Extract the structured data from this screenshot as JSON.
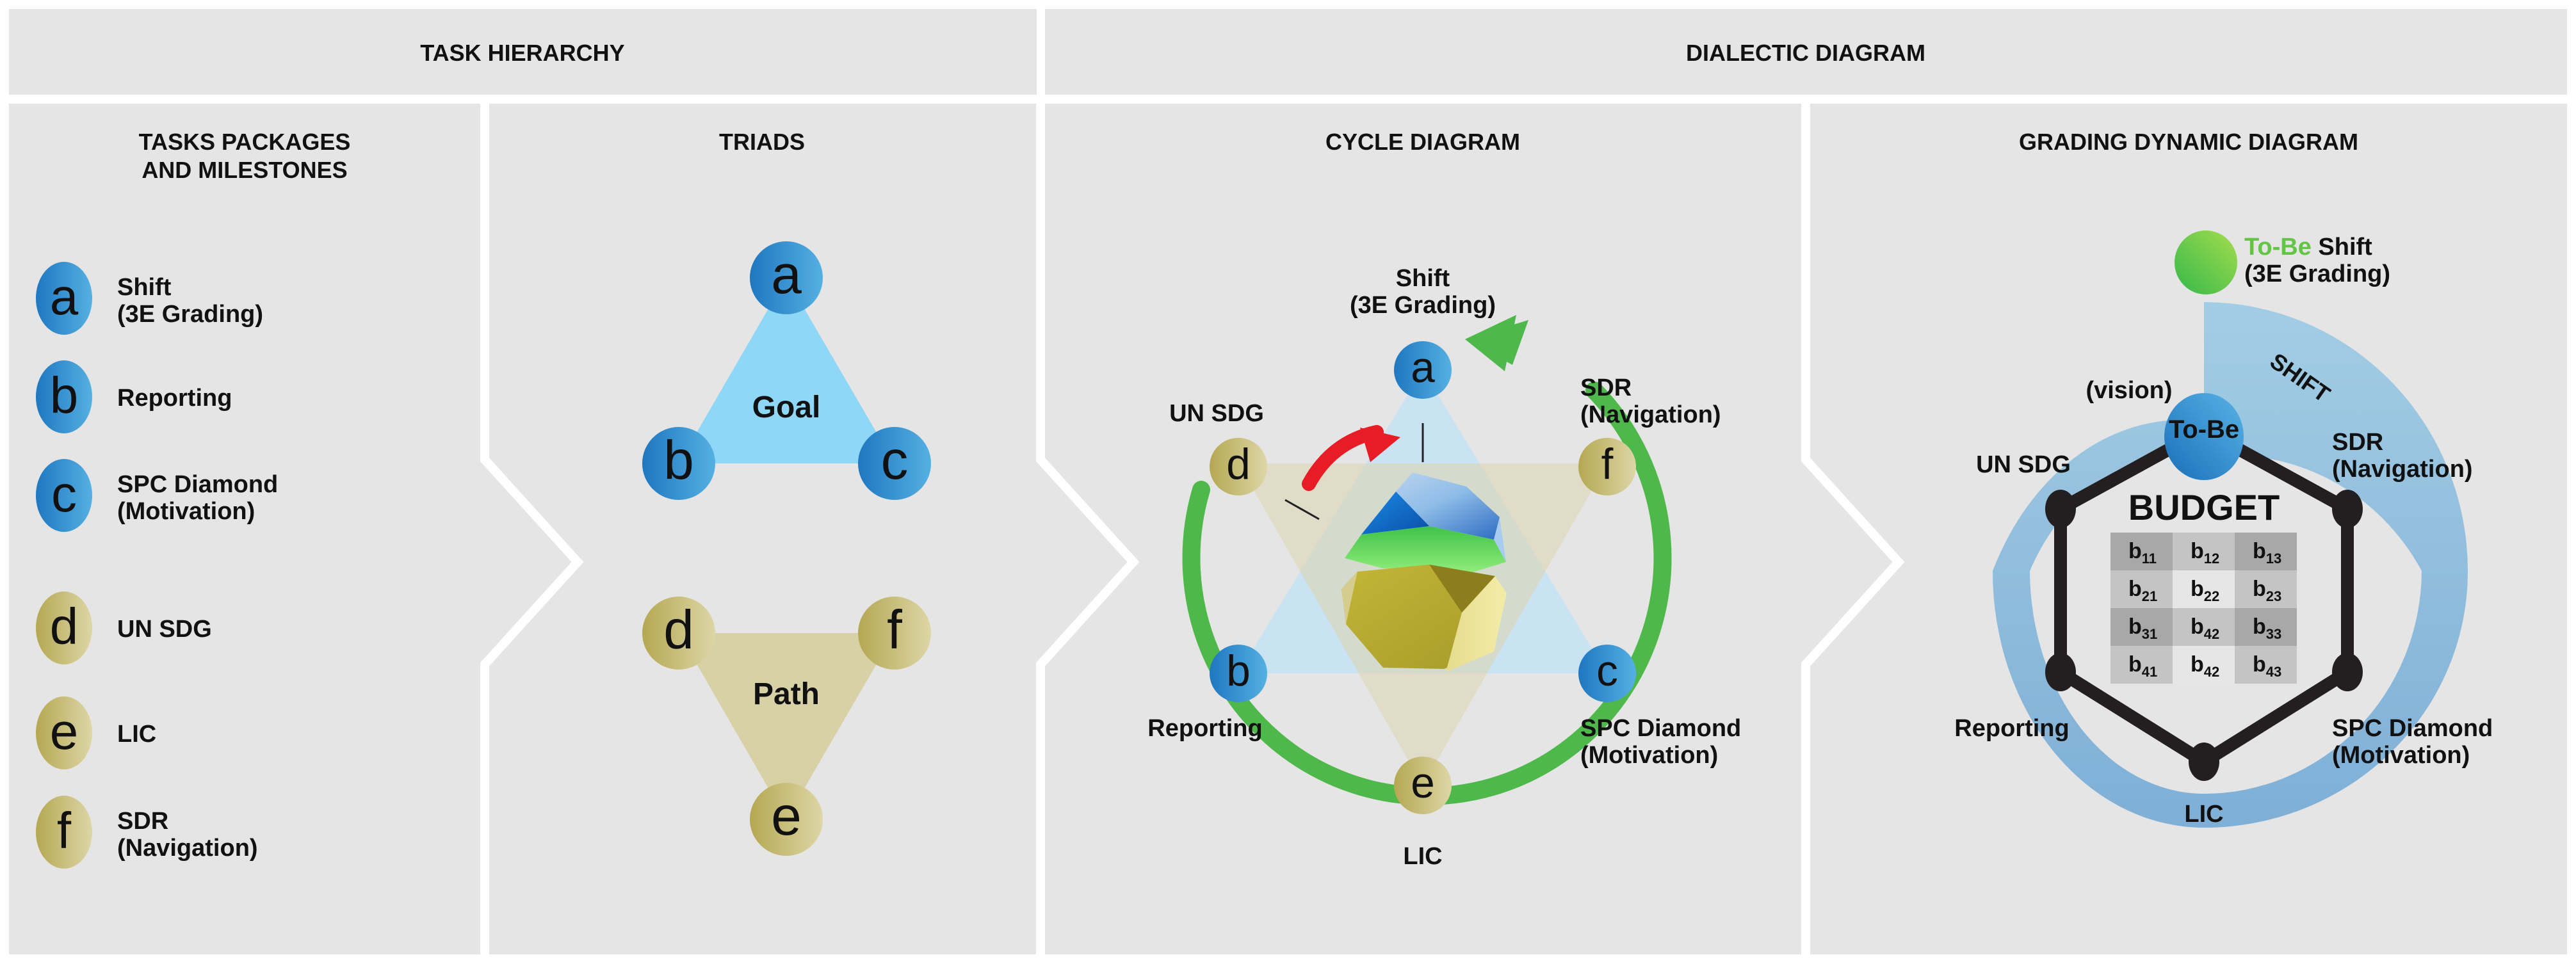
{
  "headers": {
    "task_hierarchy": "TASK HIERARCHY",
    "dialectic_diagram": "DIALECTIC DIAGRAM"
  },
  "panels": {
    "tasks": {
      "title_line1": "TASKS PACKAGES",
      "title_line2": "AND MILESTONES",
      "items": [
        {
          "letter": "a",
          "group": "blue",
          "line1": "Shift",
          "line2": "(3E Grading)"
        },
        {
          "letter": "b",
          "group": "blue",
          "line1": "Reporting",
          "line2": ""
        },
        {
          "letter": "c",
          "group": "blue",
          "line1": "SPC Diamond",
          "line2": "(Motivation)"
        },
        {
          "letter": "d",
          "group": "gold",
          "line1": "UN SDG",
          "line2": ""
        },
        {
          "letter": "e",
          "group": "gold",
          "line1": "LIC",
          "line2": ""
        },
        {
          "letter": "f",
          "group": "gold",
          "line1": "SDR",
          "line2": "(Navigation)"
        }
      ]
    },
    "triads": {
      "title": "TRIADS",
      "goal": {
        "label": "Goal",
        "nodes": [
          "a",
          "b",
          "c"
        ]
      },
      "path": {
        "label": "Path",
        "nodes": [
          "d",
          "f",
          "e"
        ]
      }
    },
    "cycle": {
      "title": "CYCLE DIAGRAM",
      "nodes": {
        "a": "a",
        "b": "b",
        "c": "c",
        "d": "d",
        "e": "e",
        "f": "f"
      },
      "labels": {
        "a_line1": "Shift",
        "a_line2": "(3E Grading)",
        "d": "UN SDG",
        "f_line1": "SDR",
        "f_line2": "(Navigation)",
        "b": "Reporting",
        "c_line1": "SPC Diamond",
        "c_line2": "(Motivation)",
        "e": "LIC"
      }
    },
    "grading": {
      "title": "GRADING DYNAMIC DIAGRAM",
      "tobe_shift_green": "To-Be",
      "tobe_shift_black": " Shift",
      "tobe_shift_line2": "(3E Grading)",
      "shift_band": "SHIFT",
      "vision": "(vision)",
      "tobe_node": "To-Be",
      "budget": "BUDGET",
      "labels": {
        "un_sdg": "UN SDG",
        "sdr_line1": "SDR",
        "sdr_line2": "(Navigation)",
        "reporting": "Reporting",
        "spc_line1": "SPC Diamond",
        "spc_line2": "(Motivation)",
        "lic": "LIC"
      },
      "budget_table": [
        [
          {
            "b": "b",
            "sub": "11"
          },
          {
            "b": "b",
            "sub": "12"
          },
          {
            "b": "b",
            "sub": "13"
          }
        ],
        [
          {
            "b": "b",
            "sub": "21"
          },
          {
            "b": "b",
            "sub": "22"
          },
          {
            "b": "b",
            "sub": "23"
          }
        ],
        [
          {
            "b": "b",
            "sub": "31"
          },
          {
            "b": "b",
            "sub": "42"
          },
          {
            "b": "b",
            "sub": "33"
          }
        ],
        [
          {
            "b": "b",
            "sub": "41"
          },
          {
            "b": "b",
            "sub": "42"
          },
          {
            "b": "b",
            "sub": "43"
          }
        ]
      ]
    }
  },
  "colors": {
    "panel_bg": "#e5e5e5",
    "blue_dark": "#1f77c0",
    "blue_light": "#55b0e2",
    "gold_dark": "#b5a853",
    "gold_light": "#ddd6a6",
    "goal_fill": "#8fd7f7",
    "path_fill": "#d8d1a6",
    "green_arrow": "#4fb84b",
    "red_arrow": "#e81c24",
    "budget_blue": "#2a86cc",
    "tobe_green": "#62c544",
    "hex_stroke": "#231f20",
    "ring_blue": "#8dbbdc"
  }
}
